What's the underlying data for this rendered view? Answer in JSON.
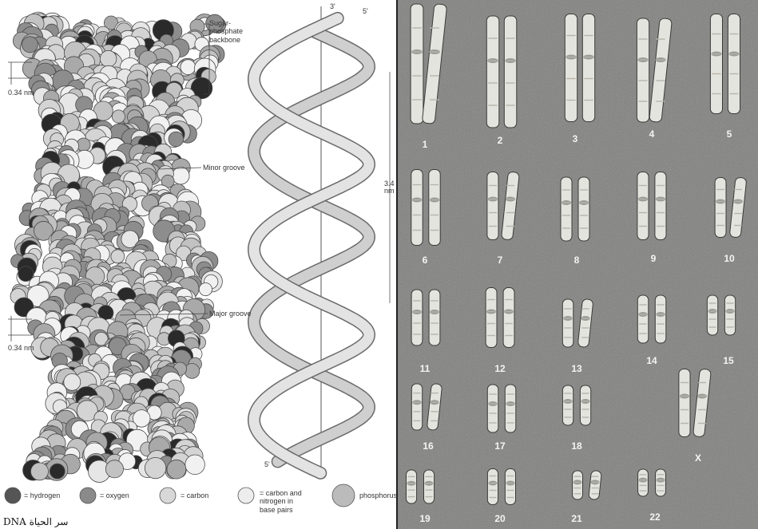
{
  "dna_panel": {
    "labels": {
      "sugar_backbone": "Sugar-phosphate backbone",
      "minor_groove": "Minor groove",
      "major_groove": "Major groove",
      "spacing_top": "0.34 nm",
      "spacing_bottom": "0.34 nm",
      "helix_top_left": "3'",
      "helix_top_right": "5'",
      "helix_bottom": "5'",
      "pitch": "3.4 nm"
    },
    "legend": [
      {
        "label": "= hydrogen",
        "color": "#555555"
      },
      {
        "label": "= oxygen",
        "color": "#8a8a8a"
      },
      {
        "label": "= carbon",
        "color": "#d8d8d8"
      },
      {
        "label": "= carbon and nitrogen in base pairs",
        "color": "#ededed"
      },
      {
        "label": "phosphorus",
        "color": "#bbbbbb"
      }
    ],
    "caption": "DNA سر الحياة"
  },
  "karyotype": {
    "chromosomes": [
      "1",
      "2",
      "3",
      "4",
      "5",
      "6",
      "7",
      "8",
      "9",
      "10",
      "11",
      "12",
      "13",
      "14",
      "15",
      "16",
      "17",
      "18",
      "X",
      "19",
      "20",
      "21",
      "22"
    ]
  },
  "colors": {
    "chromosome": "#e4e4de",
    "background": "#8a8a88"
  }
}
